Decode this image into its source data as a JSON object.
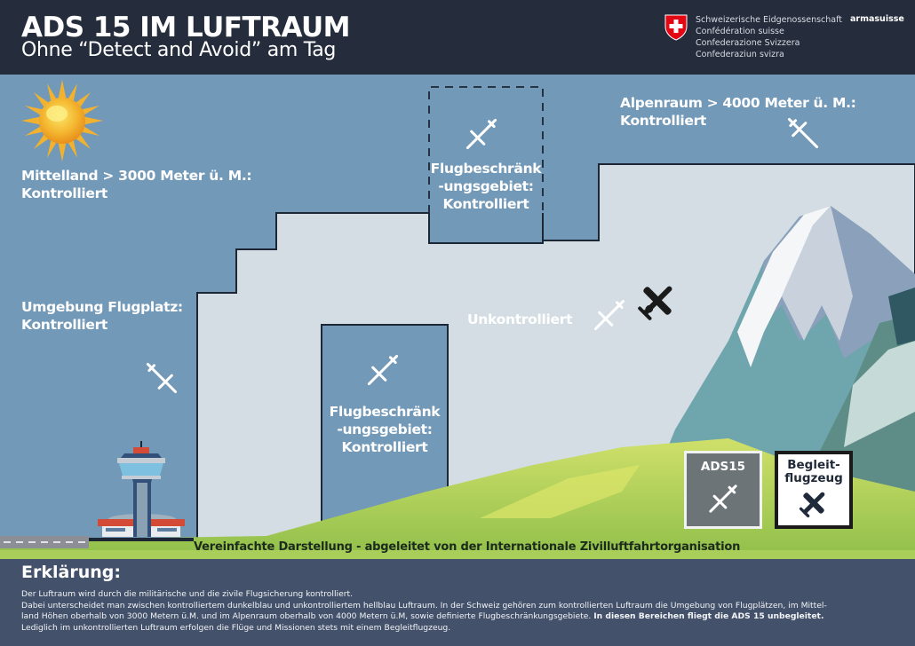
{
  "header": {
    "title": "ADS 15 IM LUFTRAUM",
    "subtitle": "Ohne “Detect and Avoid” am Tag",
    "confederation": [
      "Schweizerische Eidgenossenschaft",
      "Confédération suisse",
      "Confederazione Svizzera",
      "Confederaziun svizra"
    ],
    "agency": "armasuisse",
    "crest_colors": {
      "shield": "#e30613",
      "cross": "#ffffff"
    }
  },
  "zones": {
    "mittelland": {
      "line1": "Mittelland > 3000 Meter ü. M.:",
      "line2": "Kontrolliert"
    },
    "alpenraum": {
      "line1": "Alpenraum > 4000 Meter ü. M.:",
      "line2": "Kontrolliert"
    },
    "flugplatz": {
      "line1": "Umgebung Flugplatz:",
      "line2": "Kontrolliert"
    },
    "restricted_top": {
      "line1": "Flugbeschränk",
      "line2": "-ungsgebiet:",
      "line3": "Kontrolliert"
    },
    "restricted_low": {
      "line1": "Flugbeschränk",
      "line2": "-ungsgebiet:",
      "line3": "Kontrolliert"
    },
    "uncontrolled": {
      "label": "Unkontrolliert"
    }
  },
  "caption": "Vereinfachte Darstellung - abgeleitet von der Internationale Zivilluftfahrtorganisation",
  "legend": {
    "ads15": {
      "label": "ADS15",
      "icon": "drone-icon"
    },
    "escort": {
      "line1": "Begleit-",
      "line2": "flugzeug",
      "icon": "airplane-icon"
    }
  },
  "colors": {
    "controlled": "#7399b8",
    "uncontrolled": "#d3dde3",
    "header_bg": "#252d3d",
    "footer_bg": "#43516a"
  },
  "footer": {
    "heading": "Erklärung:",
    "line1": "Der Luftraum wird durch die militärische und die zivile Flugsicherung kontrolliert.",
    "line2": "Dabei unterscheidet man zwischen kontrolliertem dunkelblau und unkontrolliertem hellblau Luftraum. In der Schweiz gehören zum kontrollierten Luftraum die Umgebung von Flugplätzen, im Mittel-",
    "line3": "land Höhen oberhalb von 3000 Metern ü.M. und im Alpenraum oberhalb von 4000 Metern ü.M, sowie definierte Flugbeschränkungsgebiete.",
    "line3_bold": "In diesen Bereichen fliegt die ADS 15 unbegleitet.",
    "line4": "Lediglich im unkontrollierten Luftraum erfolgen die Flüge und Missionen stets mit einem Begleitflugzeug."
  }
}
